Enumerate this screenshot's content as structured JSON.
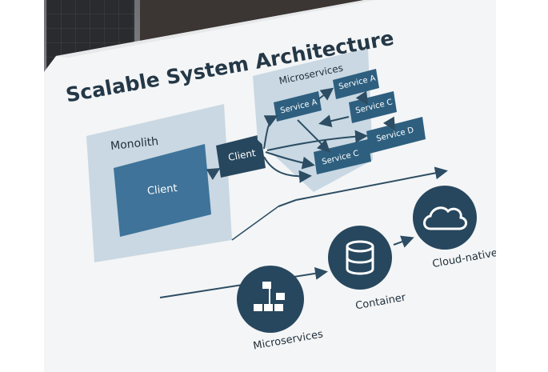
{
  "title": "Scalable System Architecture",
  "monolith": {
    "label": "Monolith",
    "client_label": "Client"
  },
  "gateway": {
    "client_label": "Client"
  },
  "microservices": {
    "label": "Microservices",
    "services": [
      "Service A",
      "Service A",
      "Service C",
      "Service C",
      "Service D"
    ]
  },
  "timeline": {
    "stages": [
      {
        "label": "Microservices",
        "icon": "hierarchy-icon"
      },
      {
        "label": "Container",
        "icon": "database-icon"
      },
      {
        "label": "Cloud-native",
        "icon": "cloud-icon"
      }
    ]
  },
  "colors": {
    "panel": "#c9d8e3",
    "box_dark": "#2e5f7f",
    "box_mid": "#3f7399",
    "node_dark": "#27475e",
    "title": "#243847",
    "arrow": "#2c4d63"
  }
}
